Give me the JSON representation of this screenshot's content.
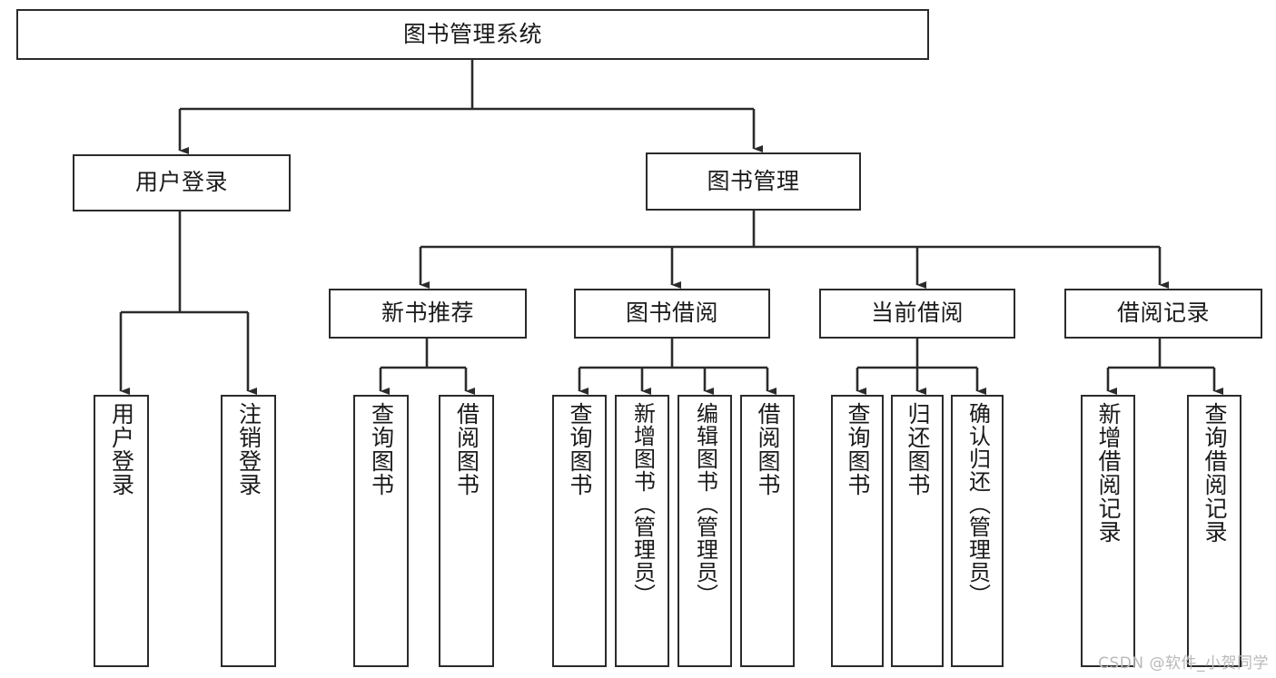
{
  "diagram": {
    "title": "图书管理系统",
    "type": "tree-hierarchy-chart",
    "watermark": "CSDN @软件_小贺同学",
    "colors": {
      "stroke": "#2b2b2b",
      "fill": "#ffffff",
      "text": "#1a1a1a",
      "watermark": "#b9b9b9"
    }
  },
  "nodes": {
    "root": {
      "label": "图书管理系统"
    },
    "tier2": [
      {
        "label": "用户登录"
      },
      {
        "label": "图书管理"
      }
    ],
    "tier3": [
      {
        "label": "新书推荐"
      },
      {
        "label": "图书借阅"
      },
      {
        "label": "当前借阅"
      },
      {
        "label": "借阅记录"
      }
    ],
    "leaves": {
      "user_login": [
        {
          "label": "用户登录"
        },
        {
          "label": "注销登录"
        }
      ],
      "new_book_recommend": [
        {
          "label": "查询图书"
        },
        {
          "label": "借阅图书"
        }
      ],
      "book_borrow": [
        {
          "label": "查询图书"
        },
        {
          "label": "新增图书（管理员）"
        },
        {
          "label": "编辑图书（管理员）"
        },
        {
          "label": "借阅图书"
        }
      ],
      "current_borrow": [
        {
          "label": "查询图书"
        },
        {
          "label": "归还图书"
        },
        {
          "label": "确认归还（管理员）"
        }
      ],
      "borrow_records": [
        {
          "label": "新增借阅记录"
        },
        {
          "label": "查询借阅记录"
        }
      ]
    }
  }
}
